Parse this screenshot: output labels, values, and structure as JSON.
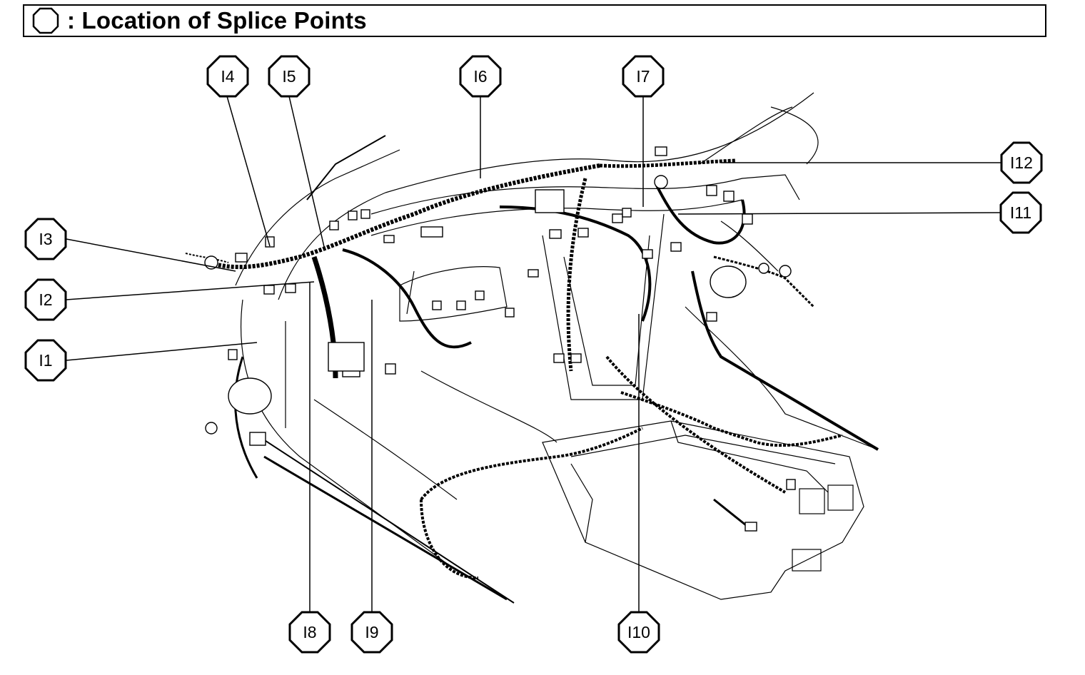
{
  "header": {
    "title": ": Location of Splice Points",
    "legend_icon": "octagon-outline-icon"
  },
  "callouts": [
    {
      "id": "I1",
      "text": "I1"
    },
    {
      "id": "I2",
      "text": "I2"
    },
    {
      "id": "I3",
      "text": "I3"
    },
    {
      "id": "I4",
      "text": "I4"
    },
    {
      "id": "I5",
      "text": "I5"
    },
    {
      "id": "I6",
      "text": "I6"
    },
    {
      "id": "I7",
      "text": "I7"
    },
    {
      "id": "I8",
      "text": "I8"
    },
    {
      "id": "I9",
      "text": "I9"
    },
    {
      "id": "I10",
      "text": "I10"
    },
    {
      "id": "I11",
      "text": "I11"
    },
    {
      "id": "I12",
      "text": "I12"
    }
  ]
}
